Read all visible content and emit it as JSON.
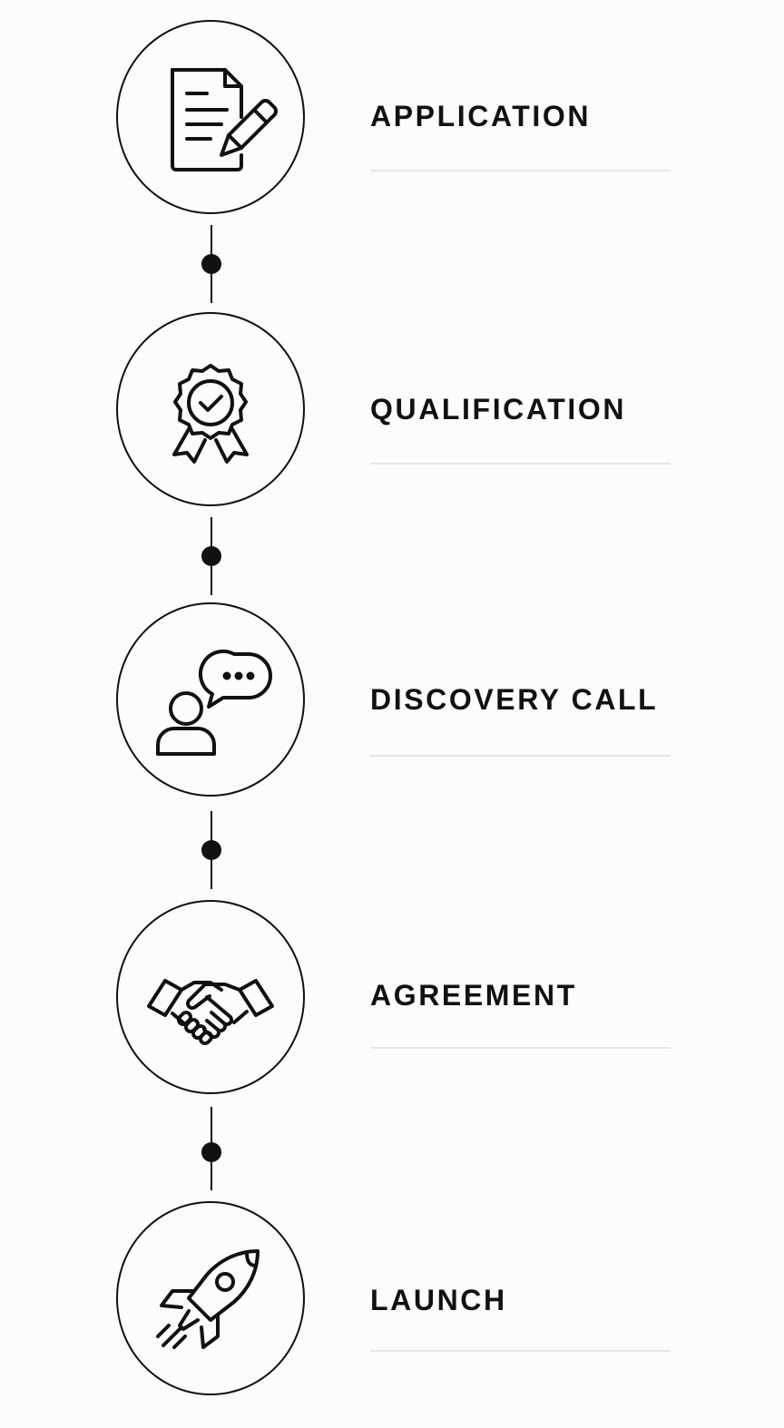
{
  "steps": [
    {
      "label": "APPLICATION",
      "icon": "document-pencil-icon"
    },
    {
      "label": "QUALIFICATION",
      "icon": "award-badge-icon"
    },
    {
      "label": "DISCOVERY CALL",
      "icon": "person-chat-icon"
    },
    {
      "label": "AGREEMENT",
      "icon": "handshake-icon"
    },
    {
      "label": "LAUNCH",
      "icon": "rocket-icon"
    }
  ],
  "colors": {
    "ink": "#111111",
    "rule": "#e6e6e6",
    "background": "#fcfcfc"
  }
}
